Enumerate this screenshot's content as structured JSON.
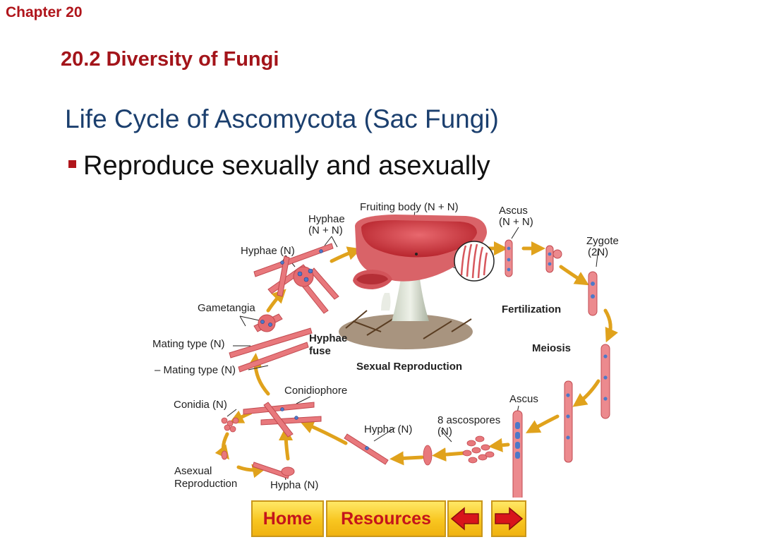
{
  "header": {
    "chapter": "Chapter 20",
    "section": "20.2 Diversity of Fungi",
    "title": "Life Cycle of Ascomycota (Sac Fungi)",
    "bullet": "Reproduce sexually and asexually"
  },
  "diagram": {
    "labels": {
      "fruiting_body": "Fruiting body (N + N)",
      "hyphae_nn_1": "Hyphae",
      "hyphae_nn_2": "(N + N)",
      "hyphae_n": "Hyphae (N)",
      "ascus_top_1": "Ascus",
      "ascus_top_2": "(N + N)",
      "zygote_1": "Zygote",
      "zygote_2": "(2N)",
      "gametangia": "Gametangia",
      "fertilization": "Fertilization",
      "mating_type_plus": "Mating type (N)",
      "mating_type_minus": "– Mating type (N)",
      "hyphae_fuse_1": "Hyphae",
      "hyphae_fuse_2": "fuse",
      "meiosis": "Meiosis",
      "sexual_reproduction": "Sexual Reproduction",
      "conidiophore": "Conidiophore",
      "conidia": "Conidia (N)",
      "ascus_bottom": "Ascus",
      "ascospores_1": "8 ascospores",
      "ascospores_2": "(N)",
      "hypha_mid": "Hypha (N)",
      "asexual_1": "Asexual",
      "asexual_2": "Reproduction",
      "hypha_bottom": "Hypha (N)"
    }
  },
  "nav": {
    "home": "Home",
    "resources": "Resources",
    "prev_icon": "left-arrow-icon",
    "next_icon": "right-arrow-icon"
  },
  "colors": {
    "chapter_red": "#b0151b",
    "title_blue": "#1b3f6e",
    "arrow_gold": "#e0a21c",
    "cell_pink": "#e8787c",
    "nucleus_blue": "#4d79c8"
  }
}
